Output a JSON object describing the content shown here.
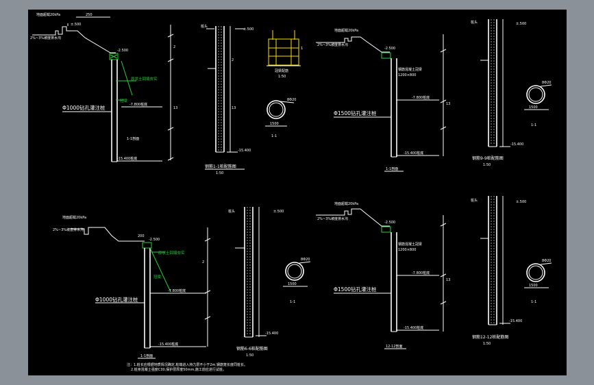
{
  "colors": {
    "background": "#8a9198",
    "sheet": "#000000",
    "line": "#ffffff",
    "green": "#29d13a",
    "yellow": "#ffe000"
  },
  "labels": {
    "pile_a": "Φ1000钻孔灌注桩",
    "pile_b": "Φ1500钻孔灌注桩",
    "pile_c": "Φ1000钻孔灌注桩",
    "pile_d": "Φ1500钻孔灌注桩",
    "section_1": "1-1剖面",
    "section_2": "1-1剖面",
    "section_3": "1-1剖面",
    "section_4": "12-12剖面",
    "detail_1_title": "钢筋1-1桩配筋图",
    "detail_2_title": "钢筋9-9桩配筋图",
    "detail_3_title": "钢筋6-6桩配筋图",
    "detail_4_title": "钢筋12-12桩配筋图",
    "scale": "1:50",
    "elev_top": "-2.500",
    "elev_bottom": "-15.400桩底",
    "elev_mid": "-7.800桩底",
    "green_note_1": "原状土回填夯实",
    "green_note_2": "冠梁",
    "note_hdr_1": "地面超载20kPa",
    "note_hdr_2": "2%~3%坡度排水沟",
    "note_bottom_1": "注：1.桩长应根据地质情况确定,桩端进入持力层不小于2m,钢筋笼长度同桩长。",
    "note_bottom_2": "2.桩身混凝土强度C30,保护层厚度50mm,施工前应进行试桩。",
    "dim_1": "250",
    "dim_2": "200",
    "dim_3": "1500",
    "section_circle": "1-1",
    "top_detail": "冠梁配筋"
  }
}
